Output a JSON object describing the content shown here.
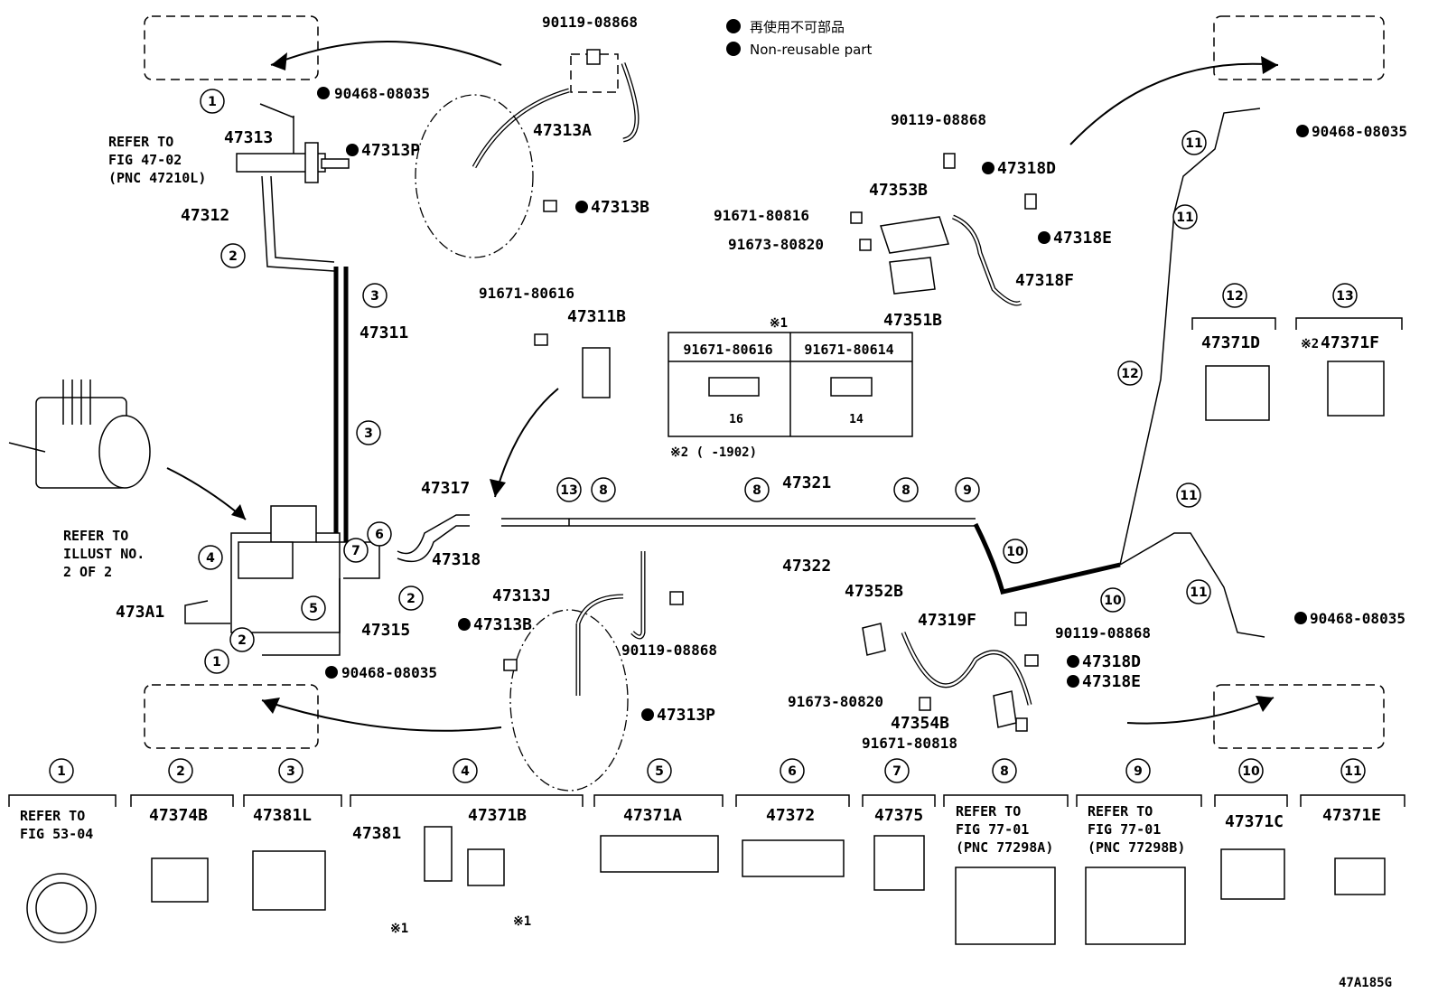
{
  "legend": {
    "line1": "再使用不可部品",
    "line2": "Non-reusable part"
  },
  "labels": {
    "l_90119_top": "90119-08868",
    "l_90468_tl": "90468-08035",
    "l_47313": "47313",
    "l_47313P_top": "47313P",
    "l_47313A": "47313A",
    "l_47313B_top": "47313B",
    "l_47312": "47312",
    "l_47311": "47311",
    "l_91671_80616": "91671-80616",
    "l_47311B": "47311B",
    "l_47317": "47317",
    "l_47318": "47318",
    "l_47321": "47321",
    "l_47322": "47322",
    "l_473A1": "473A1",
    "l_47315": "47315",
    "l_90468_bl": "90468-08035",
    "l_47313J": "47313J",
    "l_47313B_bot": "47313B",
    "l_90119_mid": "90119-08868",
    "l_47313P_bot": "47313P",
    "l_90119_r": "90119-08868",
    "l_47318D_top": "47318D",
    "l_47353B": "47353B",
    "l_91671_80816": "91671-80816",
    "l_91673_80820_top": "91673-80820",
    "l_47318E_top": "47318E",
    "l_47318F": "47318F",
    "l_47351B": "47351B",
    "l_90468_tr": "90468-08035",
    "l_47371D": "47371D",
    "l_47371F": "47371F",
    "l_47352B": "47352B",
    "l_47319F": "47319F",
    "l_90119_br": "90119-08868",
    "l_47318D_bot": "47318D",
    "l_47318E_bot": "47318E",
    "l_91673_80820_bot": "91673-80820",
    "l_47354B": "47354B",
    "l_91671_80818": "91671-80818",
    "l_90468_br": "90468-08035",
    "l_47374B": "47374B",
    "l_47381L": "47381L",
    "l_47381": "47381",
    "l_47371B": "47371B",
    "l_47371A": "47371A",
    "l_47372": "47372",
    "l_47375": "47375",
    "l_47371C": "47371C",
    "l_47371E": "47371E",
    "l_47A185G": "47A185G"
  },
  "notes": {
    "refer_fig47_1": "REFER TO",
    "refer_fig47_2": "FIG 47-02",
    "refer_fig47_3": "(PNC 47210L)",
    "refer_illust_1": "REFER TO",
    "refer_illust_2": "ILLUST NO.",
    "refer_illust_3": "2 OF 2",
    "refer_53_1": "REFER TO",
    "refer_53_2": "FIG 53-04",
    "refer_77a_1": "REFER TO",
    "refer_77a_2": "FIG 77-01",
    "refer_77a_3": "(PNC 77298A)",
    "refer_77b_1": "REFER TO",
    "refer_77b_2": "FIG 77-01",
    "refer_77b_3": "(PNC 77298B)",
    "star2_mark": "※2",
    "star1_title": "※1",
    "star1_col1": "91671-80616",
    "star1_col2": "91671-80614",
    "star1_dim1": "16",
    "star1_dim2": "14",
    "star2_note": "※2 (      -1902)",
    "star1_a": "※1",
    "star1_b": "※1"
  },
  "callouts": [
    "1",
    "2",
    "3",
    "4",
    "5",
    "6",
    "7",
    "8",
    "9",
    "10",
    "11",
    "12",
    "13"
  ]
}
